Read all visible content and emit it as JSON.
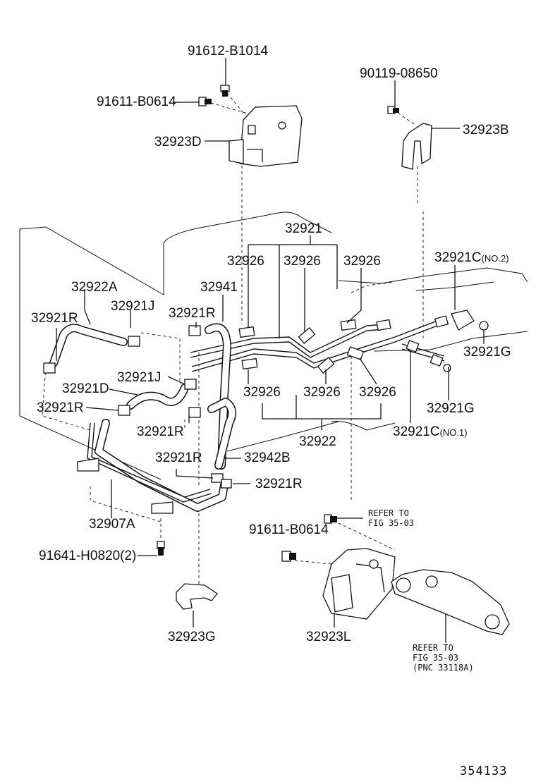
{
  "labels": {
    "bolt_top_flange": "91612-B1014",
    "bolt_top_left": "91611-B0614",
    "bracket_d": "32923D",
    "bolt_top_right": "90119-08650",
    "bracket_b": "32923B",
    "tube_group_top": "32921",
    "clamp_26_a": "32926",
    "clamp_26_b": "32926",
    "clamp_26_c": "32926",
    "tube_c_no2": "32921C",
    "tube_c_no2_note": "(NO.2)",
    "hose_22a": "32922A",
    "hose_41": "32941",
    "clamp_21j_top": "32921J",
    "clip_21r_left": "32921R",
    "clip_21r_mid": "32921R",
    "gasket_21g_top": "32921G",
    "clamp_21j_mid": "32921J",
    "hose_21d": "32921D",
    "clip_21r_left2": "32921R",
    "clamp_26_d": "32926",
    "clamp_26_e": "32926",
    "clamp_26_f": "32926",
    "gasket_21g_bottom": "32921G",
    "clip_21r_mid2": "32921R",
    "tube_22": "32922",
    "tube_c_no1": "32921C",
    "tube_c_no1_note": "(NO.1)",
    "clip_21r_low": "32921R",
    "hose_42b": "32942B",
    "clip_21r_right": "32921R",
    "tube_07a": "32907A",
    "refer_top_line1": "REFER TO",
    "refer_top_line2": "FIG 35-03",
    "bolt_mid": "91611-B0614",
    "bolt_bottom_left": "91641-H0820(2)",
    "clamp_23g": "32923G",
    "bracket_l": "32923L",
    "refer_bottom_line1": "REFER TO",
    "refer_bottom_line2": "FIG 35-03",
    "refer_bottom_line3": "(PNC 33118A)",
    "figure_id": "354133"
  },
  "colors": {
    "ink": "#111111",
    "paper": "#ffffff"
  }
}
